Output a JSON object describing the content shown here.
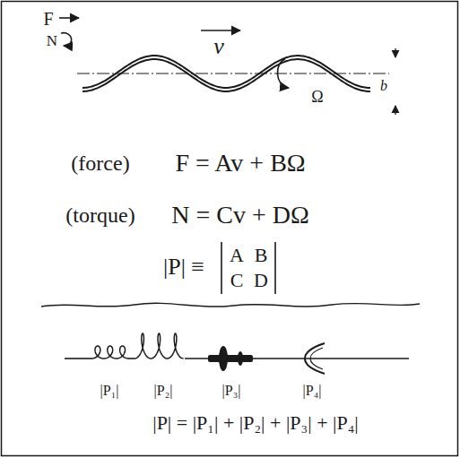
{
  "diagram": {
    "labels": [
      "F",
      "N",
      "v",
      "Ω",
      "b",
      "(force)",
      "F = Av + BΩ",
      "(torque)",
      "N = Cv + DΩ",
      "|P| ≡",
      "A",
      "B",
      "C",
      "D",
      "|P₁|",
      "|P₂|",
      "|P₃|",
      "|P₄|",
      "|P| = |P₁| + |P₂| + |P₃| + |P₄|"
    ]
  }
}
